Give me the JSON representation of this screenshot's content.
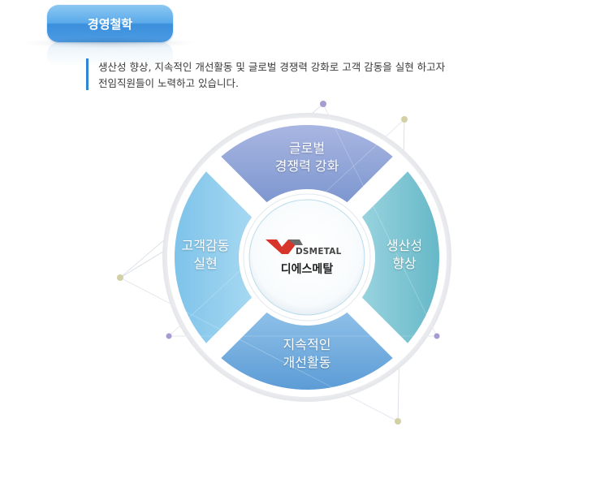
{
  "section_tab": {
    "label": "경영철학"
  },
  "description": {
    "line1": "생산성 향상, 지속적인 개선활동 및 글로벌 경쟁력 강화로 고객 감동을 실현 하고자",
    "line2": "전임직원들이 노력하고 있습니다."
  },
  "diagram": {
    "center": {
      "logo_en": "DSMETAL",
      "logo_ko": "디에스메탈"
    },
    "quadrants": {
      "top": {
        "line1": "글로벌",
        "line2": "경쟁력 강화"
      },
      "left": {
        "line1": "고객감동",
        "line2": "실현"
      },
      "right": {
        "line1": "생산성",
        "line2": "향상"
      },
      "bottom": {
        "line1": "지속적인",
        "line2": "개선활동"
      }
    },
    "colors": {
      "top": "#8ca3d4",
      "left": "#8ccbea",
      "right": "#78c4d2",
      "bottom": "#6ea8da",
      "logo_red": "#d8352a",
      "logo_gray": "#6b6b6b",
      "dot_purple": "#a79bd2",
      "dot_olive": "#d2d0a4"
    }
  }
}
